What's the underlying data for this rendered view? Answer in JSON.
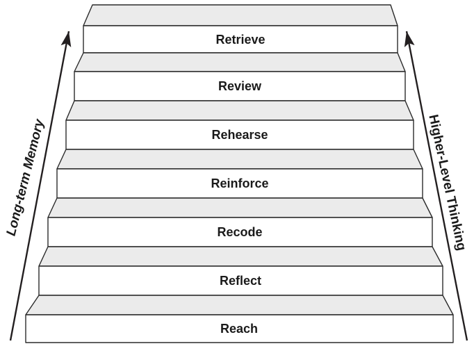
{
  "figure": {
    "background_color": "#ffffff",
    "outline_color": "#2b2b2b",
    "tread_color": "#ebebeb",
    "riser_color": "#ffffff",
    "text_color": "#1a1a1a",
    "arrow_color": "#231f20",
    "steps": [
      {
        "label": "Retrieve"
      },
      {
        "label": "Review"
      },
      {
        "label": "Rehearse"
      },
      {
        "label": "Reinforce"
      },
      {
        "label": "Recode"
      },
      {
        "label": "Reflect"
      },
      {
        "label": "Reach"
      }
    ],
    "left_arrow_label": "Long-term Memory",
    "right_arrow_label": "Higher-Level Thinking"
  }
}
